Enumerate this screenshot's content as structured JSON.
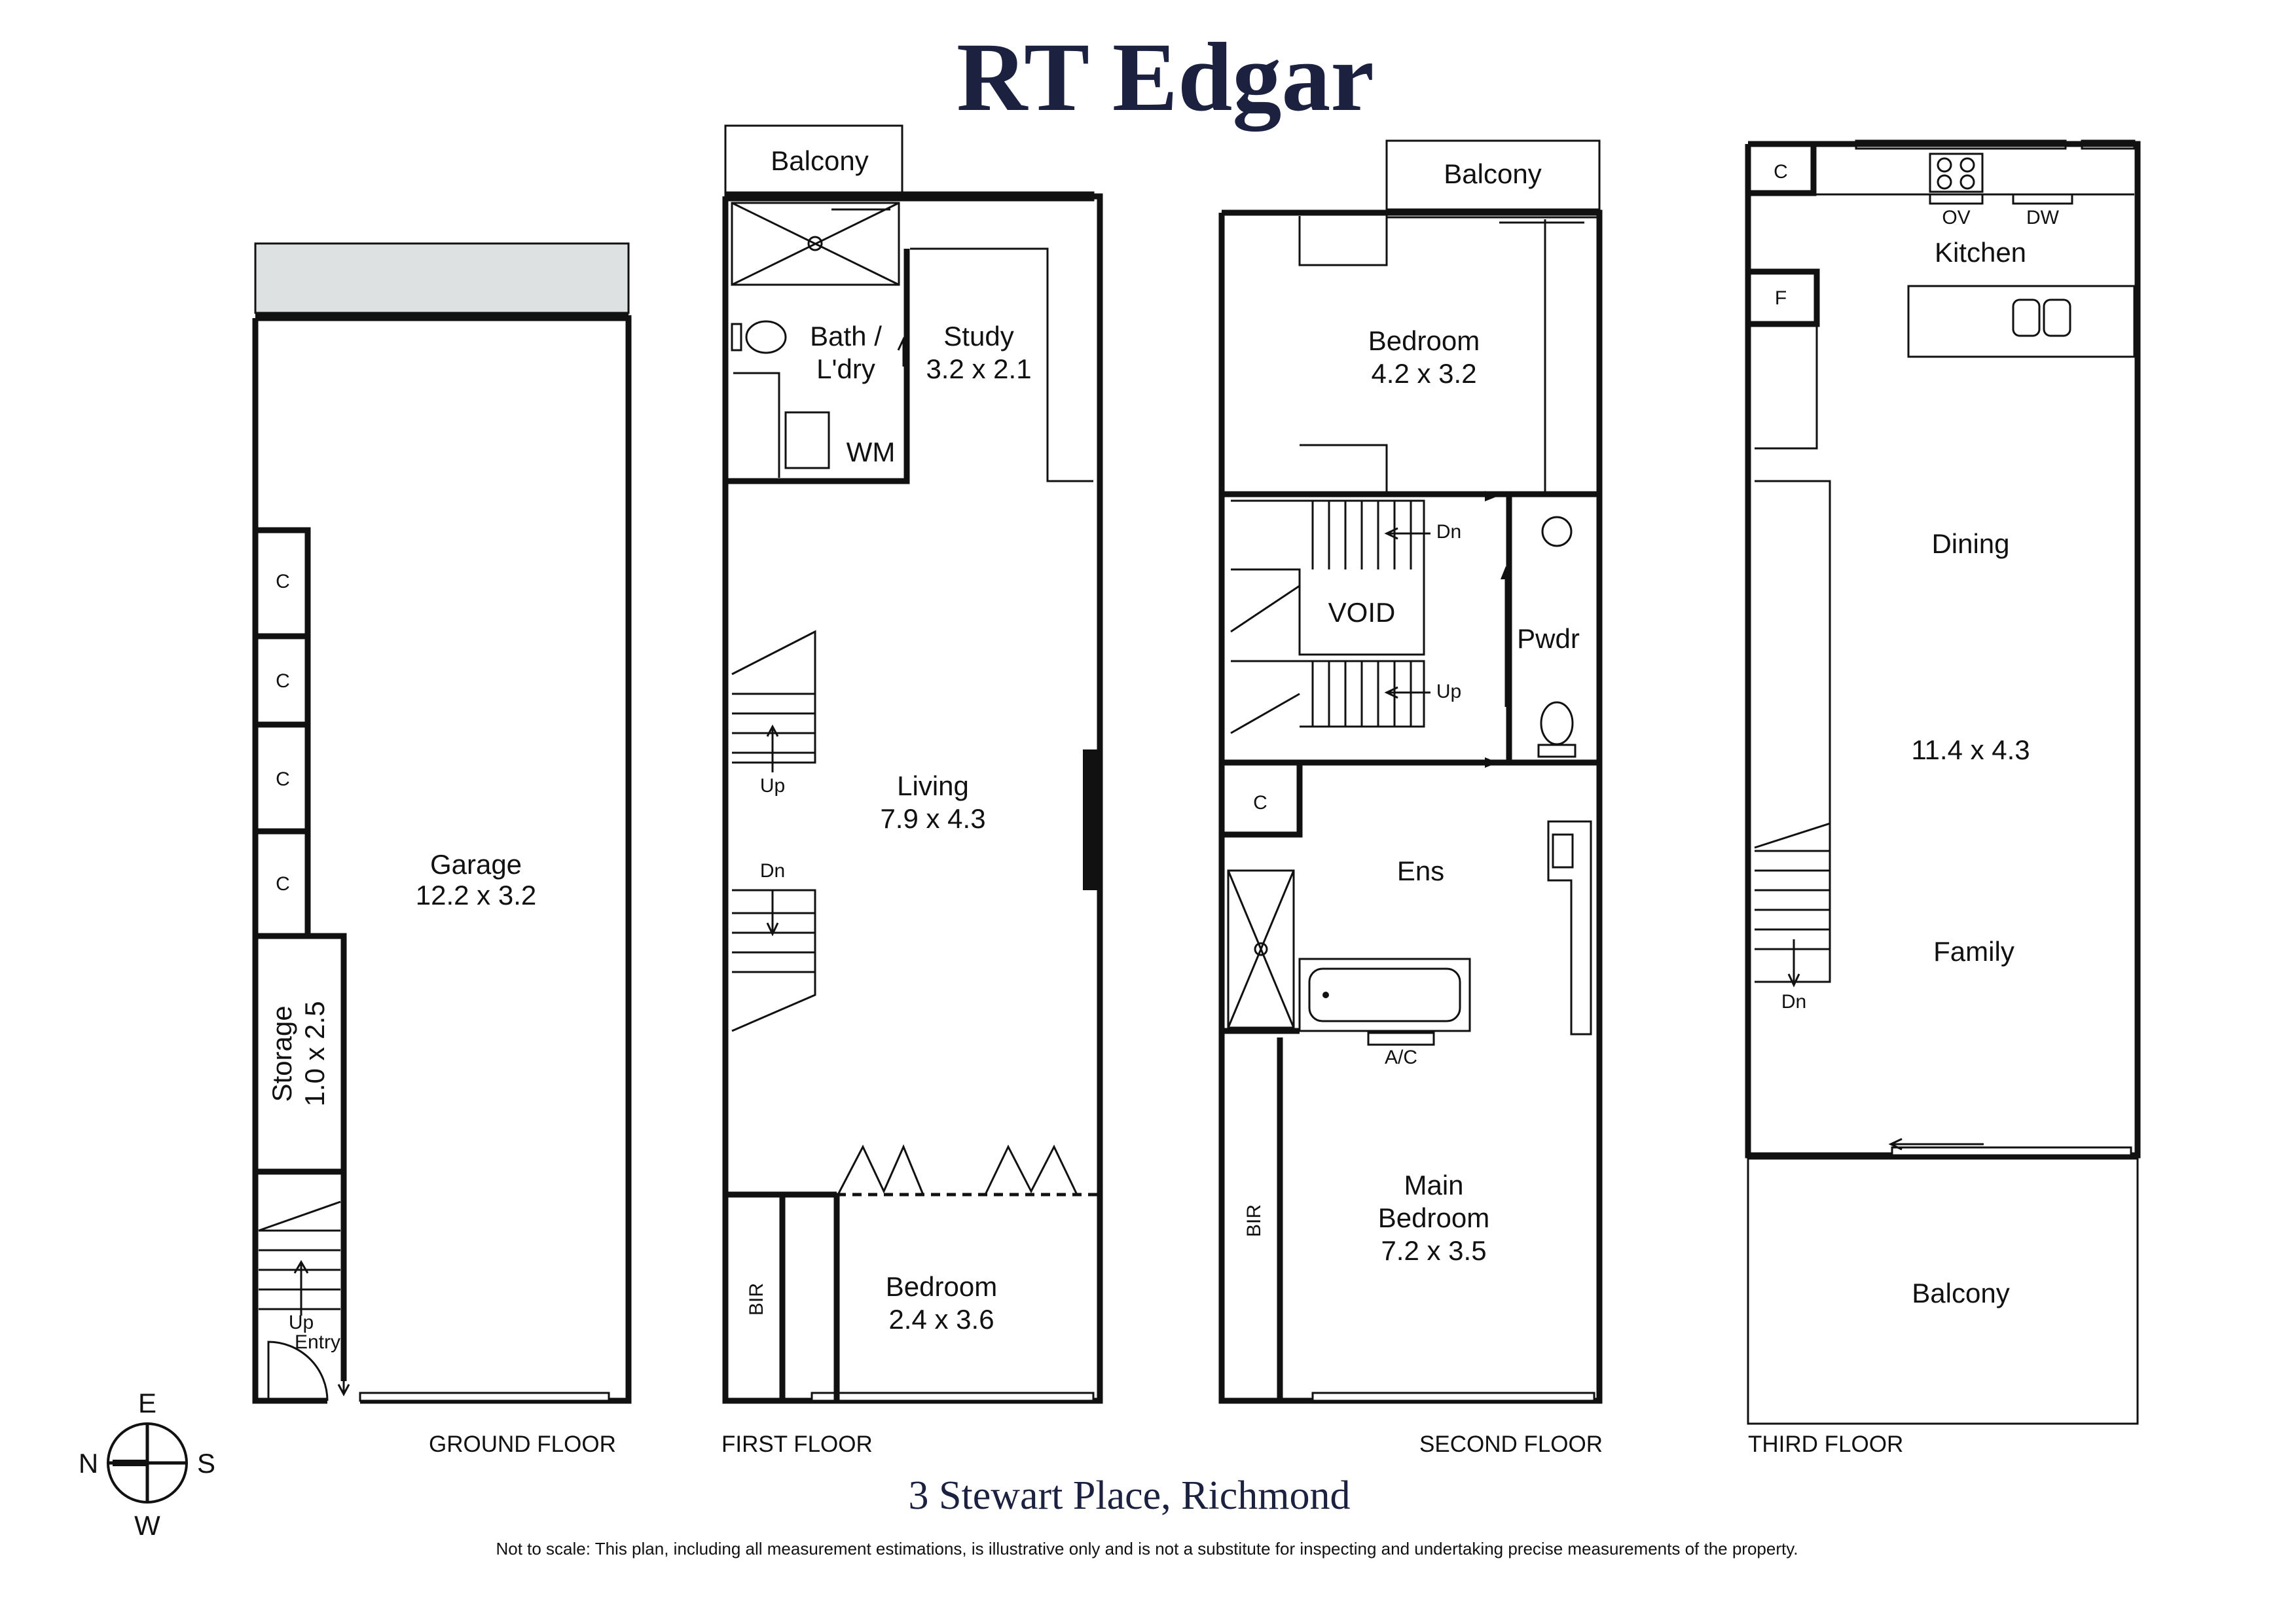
{
  "brand": "RT Edgar",
  "address": "3 Stewart Place, Richmond",
  "disclaimer": "Not to scale: This plan, including all measurement estimations, is illustrative only and is not a substitute for inspecting and undertaking precise measurements of the property.",
  "compass": {
    "north": "N",
    "south": "S",
    "east": "E",
    "west": "W"
  },
  "floors": {
    "ground": {
      "label": "GROUND FLOOR",
      "garage": {
        "name": "Garage",
        "dims": "12.2 x 3.2"
      },
      "storage": {
        "name": "Storage",
        "dims": "1.0 x 2.5"
      },
      "cupboards": [
        "C",
        "C",
        "C",
        "C"
      ],
      "stairs_up": "Up",
      "entry": "Entry"
    },
    "first": {
      "label": "FIRST FLOOR",
      "balcony": "Balcony",
      "bath": {
        "line1": "Bath /",
        "line2": "L'dry"
      },
      "wm": "WM",
      "study": {
        "name": "Study",
        "dims": "3.2 x 2.1"
      },
      "living": {
        "name": "Living",
        "dims": "7.9 x 4.3"
      },
      "stairs_up": "Up",
      "stairs_dn": "Dn",
      "bir": "BIR",
      "bedroom": {
        "name": "Bedroom",
        "dims": "2.4 x 3.6"
      }
    },
    "second": {
      "label": "SECOND FLOOR",
      "balcony": "Balcony",
      "bedroom": {
        "name": "Bedroom",
        "dims": "4.2 x 3.2"
      },
      "void": "VOID",
      "stairs_dn": "Dn",
      "stairs_up": "Up",
      "pwdr": "Pwdr",
      "cupboard": "C",
      "ens": "Ens",
      "ac": "A/C",
      "bir": "BIR",
      "main_bedroom": {
        "line1": "Main",
        "line2": "Bedroom",
        "dims": "7.2 x 3.5"
      }
    },
    "third": {
      "label": "THIRD FLOOR",
      "cupboard": "C",
      "fridge": "F",
      "ov": "OV",
      "dw": "DW",
      "kitchen": "Kitchen",
      "dining": "Dining",
      "dims": "11.4 x 4.3",
      "family": "Family",
      "stairs_dn": "Dn",
      "balcony": "Balcony"
    }
  }
}
